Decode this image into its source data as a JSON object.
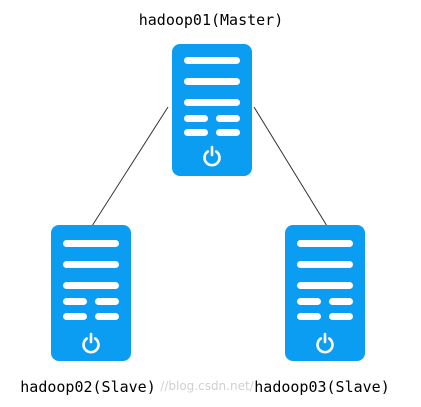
{
  "colors": {
    "server_fill": "#0a9df1",
    "server_detail": "#ffffff",
    "connector": "#333333",
    "label_text": "#000000"
  },
  "nodes": [
    {
      "id": "master",
      "label": "hadoop01(Master)",
      "icon": "server-icon"
    },
    {
      "id": "slave1",
      "label": "hadoop02(Slave)",
      "icon": "server-icon"
    },
    {
      "id": "slave2",
      "label": "hadoop03(Slave)",
      "icon": "server-icon"
    }
  ],
  "edges": [
    {
      "from": "master",
      "to": "slave1"
    },
    {
      "from": "master",
      "to": "slave2"
    }
  ],
  "watermark": "//blog.csdn.net/"
}
